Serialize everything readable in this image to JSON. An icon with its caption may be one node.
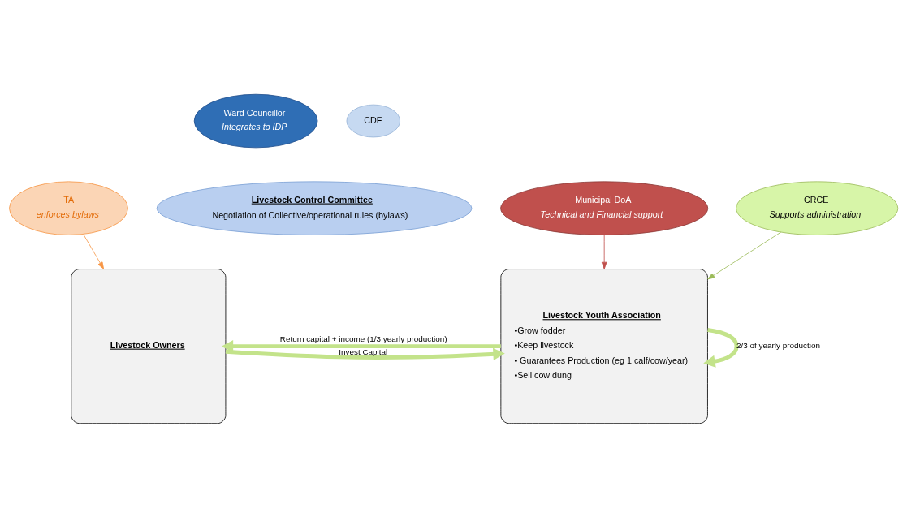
{
  "diagram": {
    "nodes": [
      {
        "text": [
          "TA",
          "enforces bylaws"
        ]
      },
      {
        "text": [
          "Ward Councillor",
          "Integrates to IDP"
        ]
      },
      {
        "text": [
          "Municipal DoA",
          "Technical and Financial support"
        ]
      },
      {
        "text": [
          "CDF"
        ]
      },
      {
        "text": [
          "Livestock Control Committee",
          "Negotiation of Collective/operational rules (bylaws)"
        ]
      },
      {
        "text": [
          "CRCE",
          "Supports administration"
        ]
      },
      {
        "text": [
          "Livestock Owners"
        ]
      },
      {
        "text": [
          "Livestock Youth Association",
          "•Grow fodder",
          "•Keep livestock",
          "• Guarantees Production (eg 1 calf/cow/year)",
          "•Sell cow dung"
        ]
      }
    ],
    "edges": [
      {
        "from": 0,
        "to": 6,
        "arrow": "to",
        "color": "#f79646"
      },
      {
        "from": 2,
        "to": 7,
        "arrow": "to",
        "color": "#c0504d"
      },
      {
        "from": 5,
        "to": 7,
        "arrow": "to",
        "color": "#9bbb59"
      },
      {
        "from": 6,
        "to": 7,
        "arrow": "to",
        "label": "Invest Capital",
        "style": "thick",
        "color": "#c3e38a"
      },
      {
        "from": 7,
        "to": 6,
        "arrow": "to",
        "label": "Return capital + income (1/3 yearly production)",
        "style": "thick",
        "color": "#c3e38a"
      },
      {
        "from": 7,
        "to": 7,
        "arrow": "to",
        "label": "2/3 of yearly production",
        "style": "thick",
        "color": "#c3e38a"
      }
    ]
  }
}
